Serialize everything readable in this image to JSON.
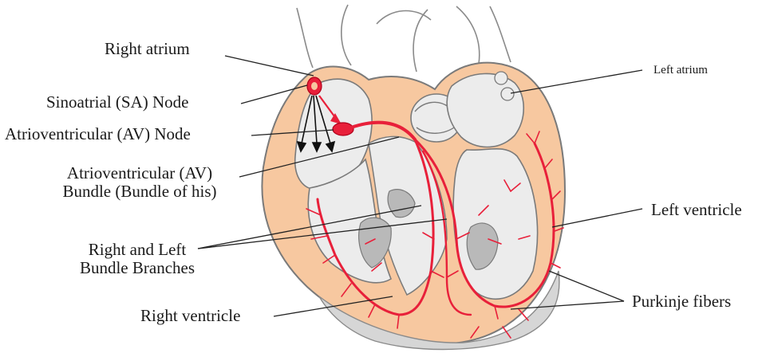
{
  "labels": {
    "right_atrium": "Right atrium",
    "sa_node": "Sinoatrial (SA) Node",
    "av_node": "Atrioventricular (AV) Node",
    "av_bundle_line1": "Atrioventricular (AV)",
    "av_bundle_line2": "Bundle (Bundle of his)",
    "bundle_branches_line1": "Right and Left",
    "bundle_branches_line2": "Bundle Branches",
    "right_ventricle": "Right ventricle",
    "left_atrium": "Left atrium",
    "left_ventricle": "Left ventricle",
    "purkinje": "Purkinje fibers"
  },
  "colors": {
    "muscle": "#f7c8a0",
    "chamber": "#ececec",
    "outline": "#7a7a7a",
    "conduction": "#e8203a",
    "leader_line": "#222222"
  }
}
